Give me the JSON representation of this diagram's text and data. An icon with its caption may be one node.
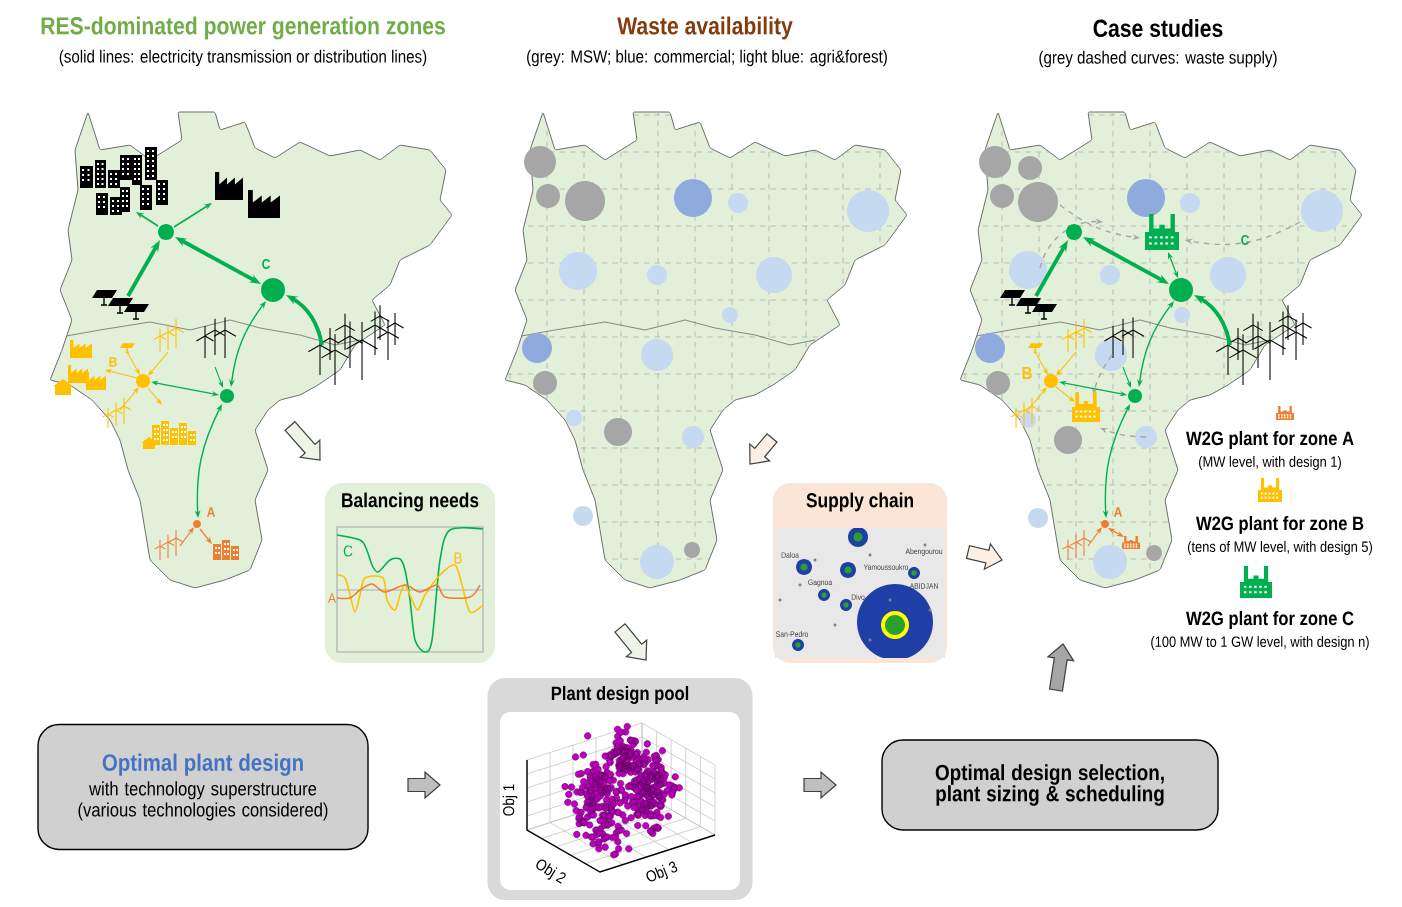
{
  "diagram": {
    "nodes": [
      {
        "text": [],
        "shape": "picture",
        "beside": [
          "RES-dominated power generation zones",
          "(solid lines: electricity transmission or distribution lines)"
        ]
      },
      {
        "text": [],
        "shape": "picture",
        "beside": [
          "Waste availability",
          "(grey: MSW; blue: commercial; light blue: agri&forest)"
        ]
      },
      {
        "text": [],
        "shape": "picture",
        "beside": [
          "Case studies",
          "(grey dashed curves: waste supply)"
        ]
      },
      {
        "text": [
          "Balancing needs"
        ]
      },
      {
        "text": [
          "Supply chain"
        ]
      },
      {
        "text": [
          "Plant design pool"
        ]
      },
      {
        "text": [
          "Optimal plant design",
          "with technology superstructure (various technologies considered)"
        ]
      },
      {
        "text": [
          "Optimal design selection, plant sizing & scheduling"
        ]
      }
    ],
    "edges": [
      {
        "from": 0,
        "to": 3,
        "arrow": "to"
      },
      {
        "from": 1,
        "to": 4,
        "arrow": "to"
      },
      {
        "from": 4,
        "to": 2,
        "arrow": "to"
      },
      {
        "from": 1,
        "to": 5,
        "arrow": "to"
      },
      {
        "from": 6,
        "to": 5,
        "arrow": "to"
      },
      {
        "from": 5,
        "to": 7,
        "arrow": "to"
      },
      {
        "from": 7,
        "to": 2,
        "arrow": "to"
      }
    ],
    "labels": [
      "C",
      "B",
      "A",
      "C",
      "B",
      "A",
      "W2G plant for zone A",
      "(MW level, with design 1)",
      "W2G plant for zone B",
      "(tens of MW level, with design 5)",
      "W2G plant for zone C",
      "(100 MW to 1 GW level, with design n)",
      "C",
      "B",
      "A",
      "Daloa",
      "Yamoussoukro",
      "Abengourou",
      "Gagnoa",
      "ABIDJAN",
      "Divo",
      "San-Pedro",
      "Obj 1",
      "Obj 2",
      "Obj 3"
    ]
  }
}
